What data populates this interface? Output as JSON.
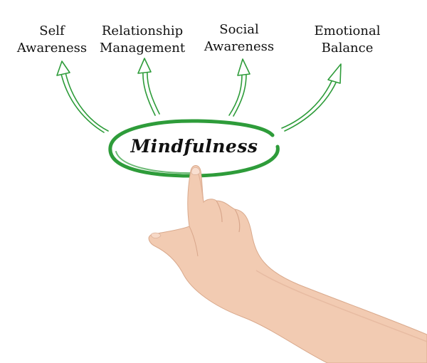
{
  "diagram": {
    "center": "Mindfulness",
    "branches": [
      {
        "line1": "Self",
        "line2": "Awareness"
      },
      {
        "line1": "Relationship",
        "line2": "Management"
      },
      {
        "line1": "Social",
        "line2": "Awareness"
      },
      {
        "line1": "Emotional",
        "line2": "Balance"
      }
    ],
    "accent_color": "#2e9c3a"
  }
}
